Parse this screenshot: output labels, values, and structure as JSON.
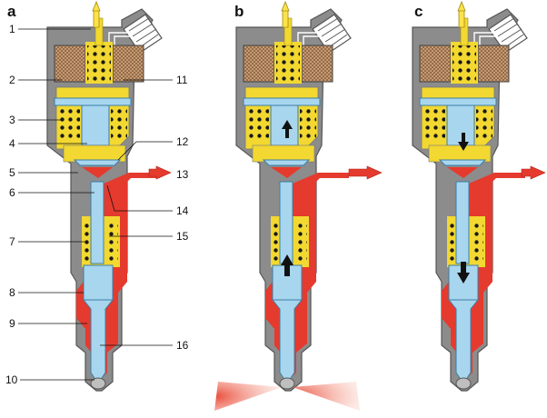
{
  "panels": [
    {
      "letter": "a"
    },
    {
      "letter": "b"
    },
    {
      "letter": "c"
    }
  ],
  "callouts": {
    "left": [
      "1",
      "2",
      "3",
      "4",
      "5",
      "6",
      "7",
      "8",
      "9",
      "10"
    ],
    "right": [
      "11",
      "12",
      "13",
      "14",
      "15",
      "16"
    ]
  },
  "colors": {
    "housing": "#8c8c8c",
    "housing_edge": "#555555",
    "fuel_red": "#e53a2e",
    "spring_yellow": "#f2d830",
    "piston_blue": "#a8d6ee",
    "coil_brown": "#c9a27a",
    "arrow_fill": "#ffe24a",
    "spray": "#f08070"
  },
  "icons": [
    "flow-up-arrow-icon",
    "fuel-inlet-arrow-icon",
    "motion-up-arrow-icon",
    "motion-down-arrow-icon",
    "spray-cone-icon"
  ]
}
